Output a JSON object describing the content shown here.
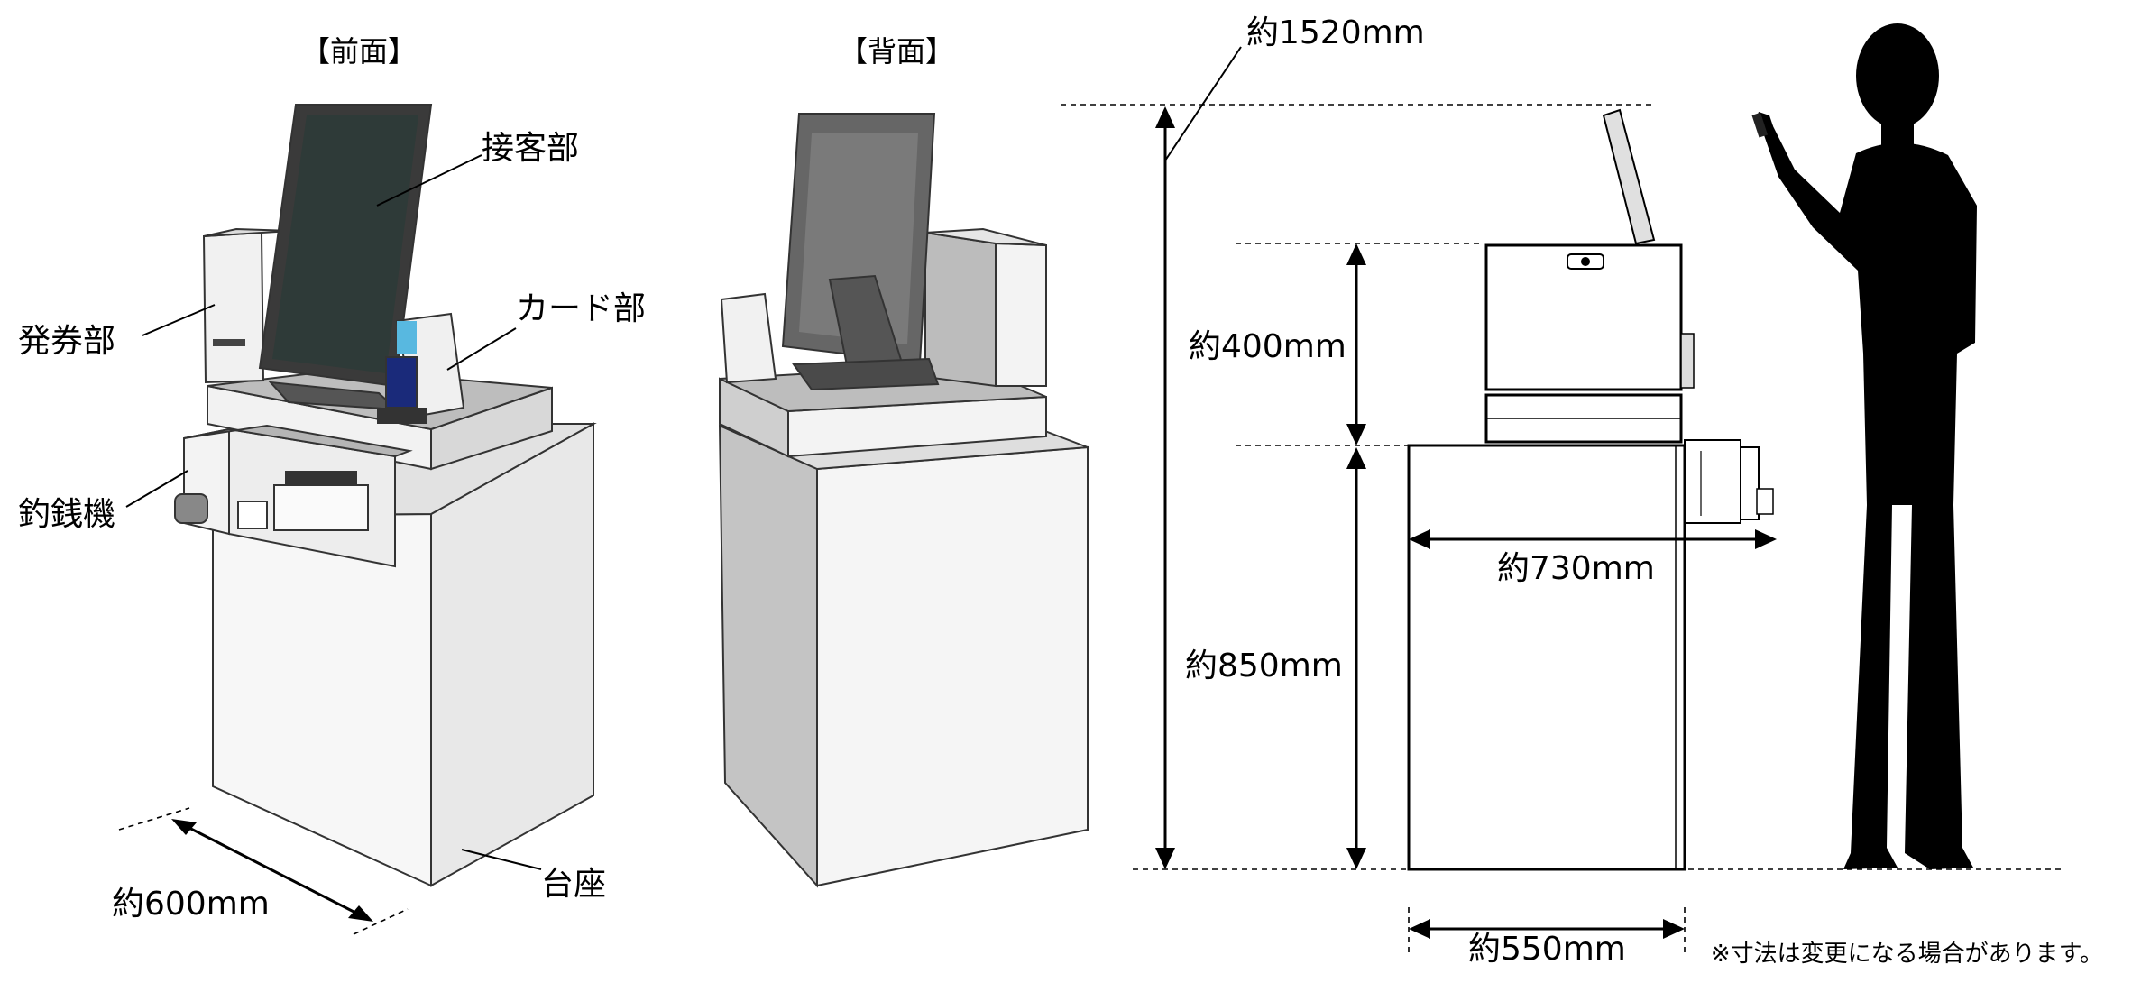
{
  "diagram": {
    "front_view_title": "【前面】",
    "back_view_title": "【背面】",
    "note": "※寸法は変更になる場合があります。",
    "parts": {
      "customer_unit": "接客部",
      "ticket_unit": "発券部",
      "card_unit": "カード部",
      "change_machine": "釣銭機",
      "base": "台座"
    },
    "dimensions": {
      "depth_front": "約600mm",
      "total_height": "約1520mm",
      "upper_height": "約400mm",
      "base_height": "約850mm",
      "width_with_changer": "約730mm",
      "base_width": "約550mm"
    }
  }
}
